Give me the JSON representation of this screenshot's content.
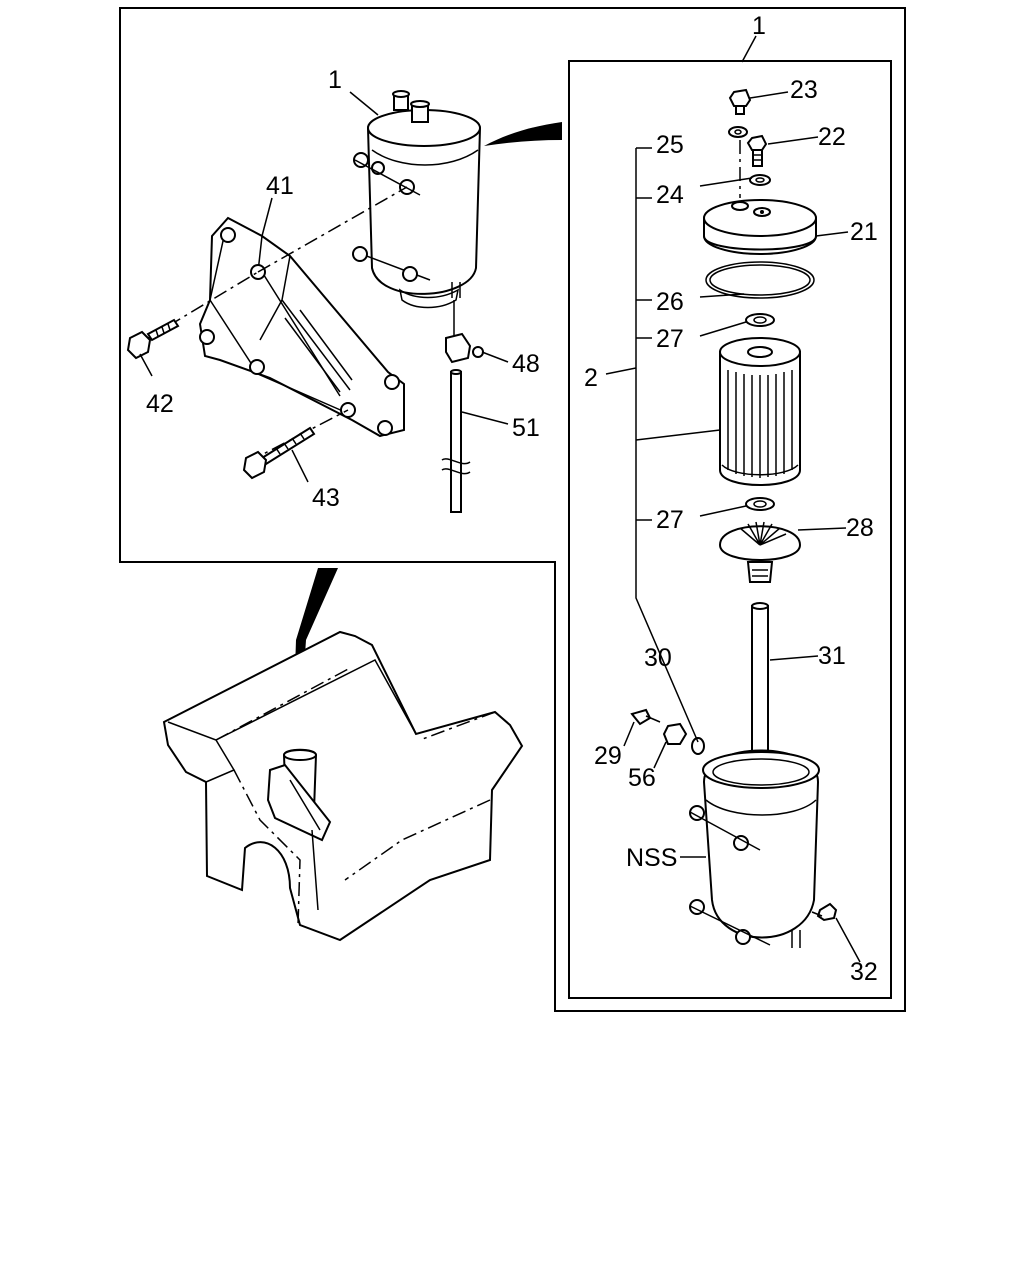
{
  "callouts": {
    "assembly_outer": "1",
    "assembly_inner": "1",
    "c2": "2",
    "c21": "21",
    "c22": "22",
    "c23": "23",
    "c24": "24",
    "c25": "25",
    "c26": "26",
    "c27a": "27",
    "c27b": "27",
    "c28": "28",
    "c29": "29",
    "c30": "30",
    "c31": "31",
    "c32": "32",
    "c41": "41",
    "c42": "42",
    "c43": "43",
    "c48": "48",
    "c51": "51",
    "c56": "56",
    "nss": "NSS"
  }
}
